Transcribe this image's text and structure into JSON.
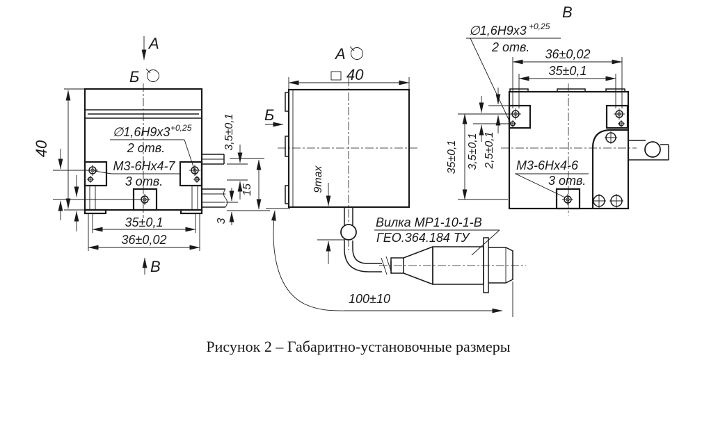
{
  "figure": {
    "caption": "Рисунок 2 – Габаритно-установочные размеры"
  },
  "colors": {
    "ink": "#1a1a1a",
    "paper": "#ffffff"
  },
  "views": {
    "left_section": {
      "label_top_arrow": "А",
      "label_top_view": "Б",
      "label_bottom_arrow": "В",
      "dim_height": "40",
      "pin_hole_note": "∅1,6H9x3",
      "pin_hole_tol": "+0,25",
      "pin_hole_qty": "2 отв.",
      "thread_note": "М3-6Нх4-7",
      "thread_qty": "3 отв.",
      "dim_hole_span": "35±0,1",
      "dim_width": "36±0,02",
      "dim_contact_offset": "3,5±0,1",
      "dim_contact_span": "15",
      "dim_foot": "3"
    },
    "front_view": {
      "label_view": "А",
      "label_side_arrow": "Б",
      "dim_square": "40",
      "dim_cable_bend": "9max",
      "connector_line1": "Вилка МР1-10-1-В",
      "connector_line2": "ГЕО.364.184 ТУ",
      "dim_cable_length": "100±10"
    },
    "right_section": {
      "label_view": "В",
      "pin_hole_note": "∅1,6H9x3",
      "pin_hole_tol": "+0,25",
      "pin_hole_qty": "2 отв.",
      "dim_width": "36±0,02",
      "dim_hole_span": "35±0,1",
      "dim_v_hole_span": "35±0,1",
      "dim_v_offset1": "3,5±0,1",
      "dim_v_offset2": "2,5±0,1",
      "thread_note": "М3-6Нх4-6",
      "thread_qty": "3 отв."
    }
  }
}
